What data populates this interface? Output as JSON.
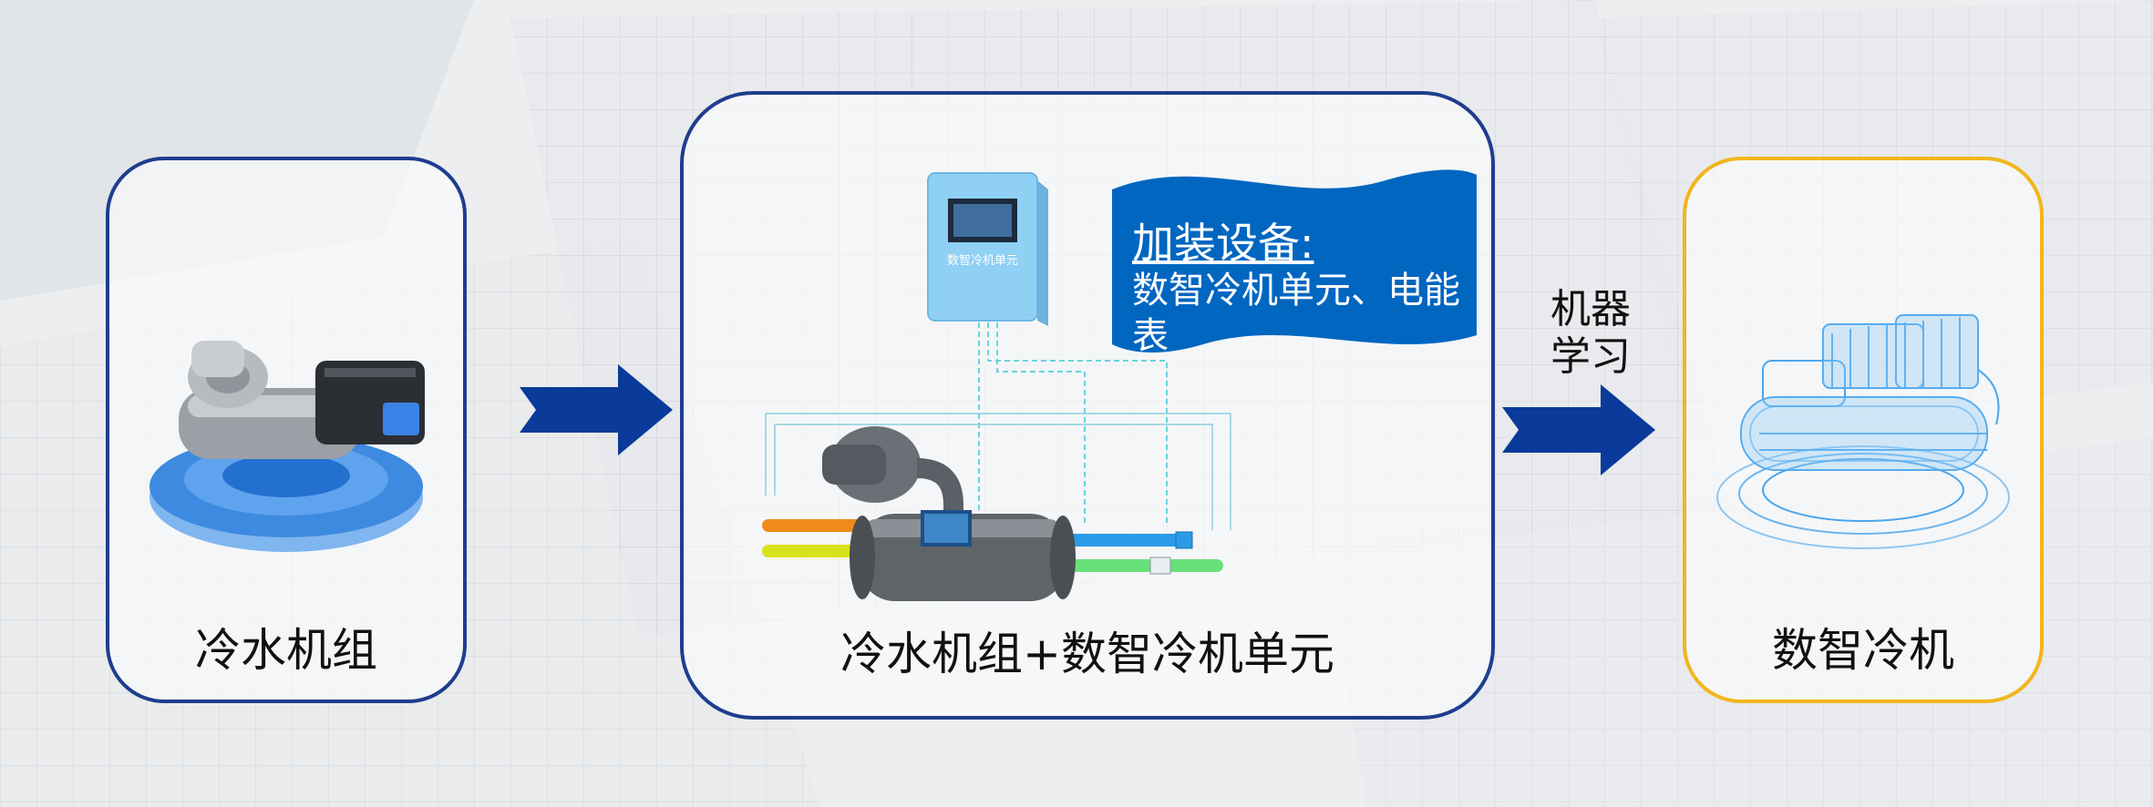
{
  "cards": {
    "left": {
      "label": "冷水机组"
    },
    "middle": {
      "label": "冷水机组+数智冷机单元"
    },
    "right": {
      "label": "数智冷机"
    }
  },
  "banner": {
    "title": "加装设备:",
    "body": "数智冷机单元、电能表"
  },
  "device_panel": {
    "label": "数智冷机单元"
  },
  "ml_label": "机器\n学习",
  "colors": {
    "card_border_blue": "#1f3d8f",
    "card_border_gold": "#f2b51c",
    "arrow_blue": "#0a3a9a",
    "banner_blue": "#0066c0",
    "pipe_orange": "#f08a1a",
    "pipe_yellow": "#d6e21a",
    "pipe_blue": "#2b9be8",
    "pipe_green": "#67e07a"
  },
  "icons": [
    "chiller-icon",
    "smart-chiller-wireframe-icon",
    "arrow-right-icon",
    "control-panel-icon"
  ]
}
